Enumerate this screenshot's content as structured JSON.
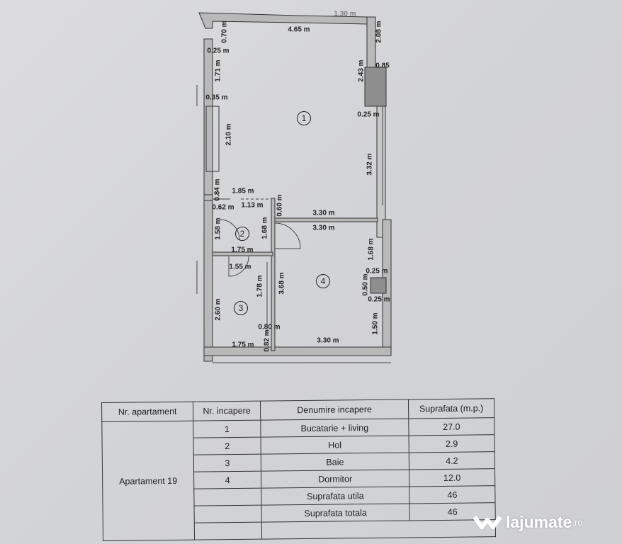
{
  "plan": {
    "rooms": [
      "1",
      "2",
      "3",
      "4"
    ],
    "dims": [
      "1.30 m",
      "4.65 m",
      "0.70 m",
      "2.08 m",
      "0.25 m",
      "1.71 m",
      "2.43 m",
      "0.85",
      "0.35 m",
      "0.25 m",
      "2.10 m",
      "3.32 m",
      "0.84 m",
      "1.85 m",
      "0.62 m",
      "1.13 m",
      "0.60 m",
      "3.30 m",
      "3.30 m",
      "1.58 m",
      "1.68 m",
      "1.75 m",
      "1.68 m",
      "1.55 m",
      "0.25 m",
      "3.68 m",
      "1.78 m",
      "0.50 m",
      "0.25 m",
      "2.60 m",
      "1.50 m",
      "0.80 m",
      "0.82 m",
      "1.75 m",
      "3.30 m"
    ]
  },
  "table": {
    "headers": [
      "Nr. apartament",
      "Nr. incapere",
      "Denumire incapere",
      "Suprafata (m.p.)"
    ],
    "apartment": "Apartament 19",
    "rows": [
      {
        "nr": "1",
        "name": "Bucatarie + living",
        "area": "27.0"
      },
      {
        "nr": "2",
        "name": "Hol",
        "area": "2.9"
      },
      {
        "nr": "3",
        "name": "Baie",
        "area": "4.2"
      },
      {
        "nr": "4",
        "name": "Dormitor",
        "area": "12.0"
      },
      {
        "nr": "",
        "name": "Suprafata utila",
        "area": "46"
      },
      {
        "nr": "",
        "name": "Suprafata totala",
        "area": "46"
      }
    ]
  },
  "watermark": {
    "brand": "lajumate",
    "tld": ".ro"
  }
}
